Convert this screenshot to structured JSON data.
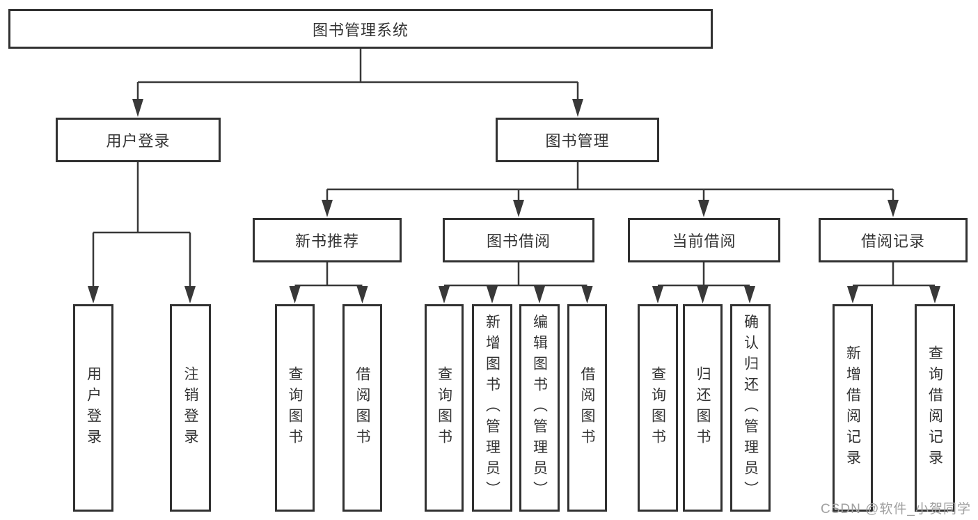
{
  "tree": {
    "root": {
      "label": "图书管理系统",
      "children": [
        {
          "label": "用户登录",
          "children": [
            {
              "label": "用户登录"
            },
            {
              "label": "注销登录"
            }
          ]
        },
        {
          "label": "图书管理",
          "children": [
            {
              "label": "新书推荐",
              "children": [
                {
                  "label": "查询图书"
                },
                {
                  "label": "借阅图书"
                }
              ]
            },
            {
              "label": "图书借阅",
              "children": [
                {
                  "label": "查询图书"
                },
                {
                  "label": "新增图书（管理员）"
                },
                {
                  "label": "编辑图书（管理员）"
                },
                {
                  "label": "借阅图书"
                }
              ]
            },
            {
              "label": "当前借阅",
              "children": [
                {
                  "label": "查询图书"
                },
                {
                  "label": "归还图书"
                },
                {
                  "label": "确认归还（管理员）"
                }
              ]
            },
            {
              "label": "借阅记录",
              "children": [
                {
                  "label": "新增借阅记录"
                },
                {
                  "label": "查询借阅记录"
                }
              ]
            }
          ]
        }
      ]
    }
  },
  "watermark": {
    "text": "CSDN @软件_小贺同学",
    "color": "#a0a0a0"
  },
  "style_colors": {
    "line": "#383838",
    "box_border": "#313131",
    "text": "#333333",
    "background": "#ffffff"
  }
}
